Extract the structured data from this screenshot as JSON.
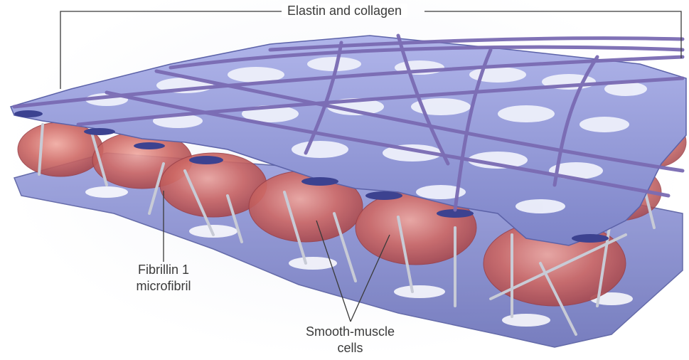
{
  "labels": {
    "elastin_collagen": "Elastin and collagen",
    "fibrillin_line1": "Fibrillin 1",
    "fibrillin_line2": "microfibril",
    "smooth_line1": "Smooth-muscle",
    "smooth_line2": "cells"
  },
  "colors": {
    "elastin_sheet": "#8f96d4",
    "elastin_shadow": "#5c62a8",
    "collagen_fiber": "#7a6bb3",
    "muscle_cell": "#c95a5a",
    "microfibril": "#c8cbd6",
    "leader_line": "#3a3a3a"
  }
}
